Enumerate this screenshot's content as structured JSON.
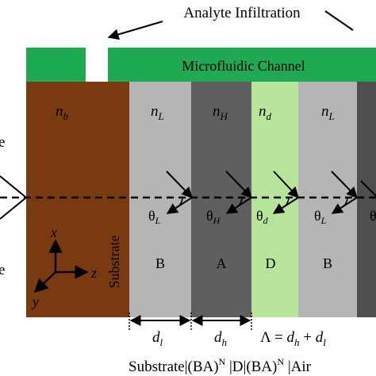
{
  "top_label": "Analyte Infiltration",
  "channel_label": "Microfluidic Channel",
  "layers": [
    {
      "id": "substrate",
      "index": "n",
      "index_sub": "b",
      "block_letter": "",
      "vertical_label": "Substrate",
      "color": "#7a3a10"
    },
    {
      "id": "layer-b-1",
      "index": "n",
      "index_sub": "L",
      "block_letter": "B",
      "angle": "θ",
      "angle_sub": "L",
      "color": "#b5b5b5"
    },
    {
      "id": "layer-a",
      "index": "n",
      "index_sub": "H",
      "block_letter": "A",
      "angle": "θ",
      "angle_sub": "H",
      "color": "#5f5f5f"
    },
    {
      "id": "layer-d",
      "index": "n",
      "index_sub": "d",
      "block_letter": "D",
      "angle": "θ",
      "angle_sub": "d",
      "color": "#b7e39a"
    },
    {
      "id": "layer-b-2",
      "index": "n",
      "index_sub": "L",
      "block_letter": "B",
      "angle": "θ",
      "angle_sub": "L",
      "color": "#b5b5b5"
    },
    {
      "id": "layer-edge",
      "index": "",
      "index_sub": "",
      "block_letter": "",
      "angle": "θ",
      "angle_sub": "",
      "color": "#4f4f4f"
    }
  ],
  "axes": {
    "x": "x",
    "y": "y",
    "z": "z"
  },
  "left_edge_letters": [
    "e",
    "e"
  ],
  "thickness": {
    "dl": {
      "sym": "d",
      "sub": "l"
    },
    "dh": {
      "sym": "d",
      "sub": "h"
    },
    "period": {
      "lambda": "Λ",
      "eq": " = ",
      "d1": "d",
      "s1": "h",
      "plus": " + ",
      "d2": "d",
      "s2": "l"
    }
  },
  "formula": {
    "p1": "Substrate|(BA)",
    "s1": "N",
    "p2": " |D|(BA)",
    "s2": "N",
    "p3": " |Air"
  },
  "colors": {
    "channel": "#1fa952",
    "inlet": "#ffffff",
    "stroke": "#000000"
  }
}
